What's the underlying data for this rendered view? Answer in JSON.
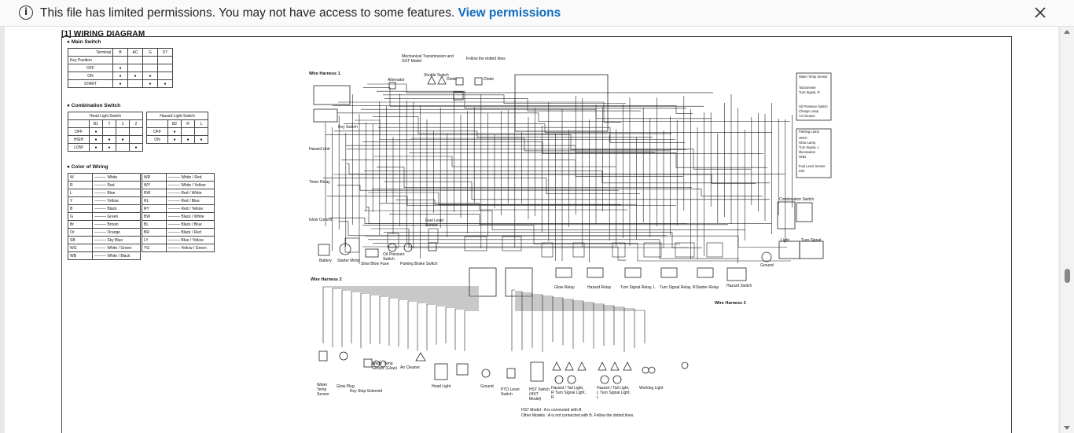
{
  "banner": {
    "icon": "info-icon",
    "message": "This file has limited permissions. You may not have access to some features.",
    "link_label": "View permissions",
    "close_icon": "close-icon"
  },
  "document": {
    "title": "[1] WIRING DIAGRAM",
    "main_switch": {
      "heading": "Main Switch",
      "corner_top": "Terminal",
      "corner_bottom": "Key Position",
      "columns": [
        "B",
        "AC",
        "G",
        "ST"
      ],
      "rows": [
        "OFF",
        "ON",
        "START"
      ]
    },
    "combination_switch": {
      "heading": "Combination Switch",
      "head_light": {
        "label": "Head Light Switch",
        "columns": [
          "B1",
          "T",
          "1",
          "2"
        ],
        "rows": [
          "OFF",
          "HIGH",
          "LOW"
        ]
      },
      "hazard_light": {
        "label": "Hazard Light Switch",
        "columns": [
          "B2",
          "R",
          "L"
        ],
        "rows": [
          "OFF",
          "ON"
        ]
      }
    },
    "color_of_wiring": {
      "heading": "Color of Wiring",
      "left": [
        [
          "W",
          "White"
        ],
        [
          "R",
          "Red"
        ],
        [
          "L",
          "Blue"
        ],
        [
          "Y",
          "Yellow"
        ],
        [
          "B",
          "Black"
        ],
        [
          "G",
          "Green"
        ],
        [
          "Br",
          "Brown"
        ],
        [
          "Or",
          "Orange"
        ],
        [
          "SB",
          "Sky Blue"
        ],
        [
          "WG",
          "White / Green"
        ],
        [
          "WB",
          "White / Black"
        ]
      ],
      "right": [
        [
          "WR",
          "White / Red"
        ],
        [
          "WY",
          "White / Yellow"
        ],
        [
          "RW",
          "Red / White"
        ],
        [
          "RL",
          "Red / Blue"
        ],
        [
          "RY",
          "Red / Yellow"
        ],
        [
          "BW",
          "Black / White"
        ],
        [
          "BL",
          "Black / Blue"
        ],
        [
          "BR",
          "Black / Red"
        ],
        [
          "LY",
          "Blue / Yellow"
        ],
        [
          "YG",
          "Yellow / Green"
        ]
      ]
    },
    "labels": {
      "mech": "Mechanical Transmission and GST Model",
      "follow": "Follow the dotted lines",
      "wh1": "Wire Harness 1",
      "wh2": "Wire Harness 2",
      "wh3": "Wire Harness 3",
      "alternator": "Alternator",
      "shuttle": "Shuttle Switch",
      "diode1": "Diode",
      "diode2": "Diode",
      "key_switch": "Key Switch",
      "hazard_unit": "Hazard Unit",
      "timer_relay": "Timer Relay",
      "glow_control": "Glow Control",
      "battery": "Battery",
      "starter_motor": "Starter Motor",
      "slow_blow_fuse": "Slow Blow Fuse",
      "oil_pressure": "Oil Pressure Switch",
      "parking_brake": "Parking Brake Switch",
      "fuel_level_sensor": "Fuel Level Sensor",
      "combination_switch": "Combination Switch",
      "ground": "Ground",
      "glow_relay": "Glow Relay",
      "hazard_relay": "Hazard Relay",
      "turn_relay_l": "Turn Signal Relay, L",
      "turn_relay_r": "Turn Signal Relay, R",
      "starter_relay": "Starter Relay",
      "hazard_switch": "Hazard Switch",
      "water_temp": "Water Temp Sensor",
      "glow_plug": "Glow Plug",
      "key_stop": "Key Stop Solenoid",
      "water_temp_glow": "Water Temp Sensor (Glow)",
      "air_cleaner": "Air Cleaner",
      "head_light": "Head Light",
      "ground2": "Ground",
      "pto": "PTO Lever Switch",
      "hst_switch": "HST Switch (HST Model)",
      "hazard_tail_r": "Hazard / Tail Light, R Turn Signal Light, R",
      "hazard_tail_l": "Hazard / Tail Light, L Turn Signal Light, L",
      "working_light": "Working Light",
      "note1": "HST Model : A is connected with B.",
      "note2": "Other Models : A is not connected with B. Follow the dotted lines.",
      "panel_right": [
        "Water Temp Sensor",
        "Tachometer",
        "Turn Signal, R",
        "Oil Pressure Switch",
        "Charge Lamp",
        "Air Cleaner",
        "Parking Lamp",
        "HIGH",
        "Glow Lamp",
        "Turn Signal, L",
        "Illumination",
        "GND",
        "Fuel Level Sensor",
        "IGN"
      ],
      "light_label": "Light",
      "turn_signal_label": "Turn Signal"
    }
  }
}
